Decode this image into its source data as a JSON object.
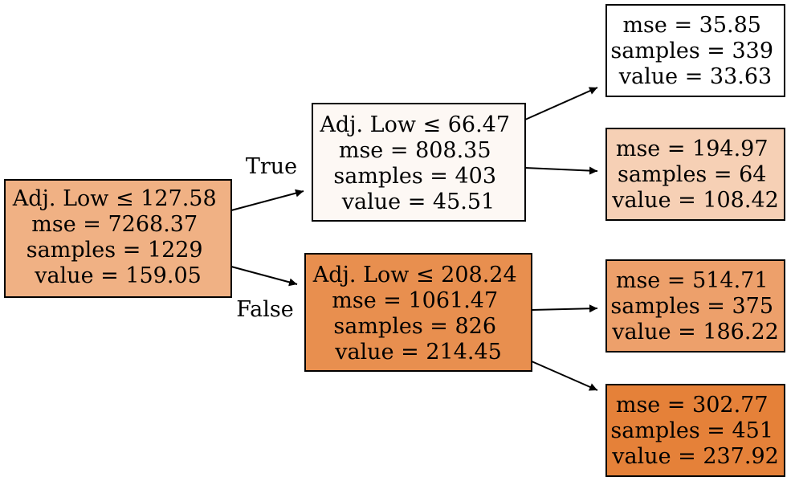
{
  "nodes": [
    {
      "id": "root",
      "lines": [
        "Adj. Low ≤ 127.58",
        "mse = 7268.37",
        "samples = 1229",
        "value = 159.05"
      ],
      "fill": "#f0b184"
    },
    {
      "id": "n1",
      "lines": [
        "Adj. Low ≤ 66.47",
        "mse = 808.35",
        "samples = 403",
        "value = 45.51"
      ],
      "fill": "#fdf8f4"
    },
    {
      "id": "n2",
      "lines": [
        "Adj. Low ≤ 208.24",
        "mse = 1061.47",
        "samples = 826",
        "value = 214.45"
      ],
      "fill": "#e88f4f"
    },
    {
      "id": "leaf1",
      "lines": [
        "mse = 35.85",
        "samples = 339",
        "value = 33.63"
      ],
      "fill": "#ffffff"
    },
    {
      "id": "leaf2",
      "lines": [
        "mse = 194.97",
        "samples = 64",
        "value = 108.42"
      ],
      "fill": "#f6d0b5"
    },
    {
      "id": "leaf3",
      "lines": [
        "mse = 514.71",
        "samples = 375",
        "value = 186.22"
      ],
      "fill": "#eda06b"
    },
    {
      "id": "leaf4",
      "lines": [
        "mse = 302.77",
        "samples = 451",
        "value = 237.92"
      ],
      "fill": "#e58139"
    }
  ],
  "edge_labels": {
    "true_label": "True",
    "false_label": "False"
  }
}
